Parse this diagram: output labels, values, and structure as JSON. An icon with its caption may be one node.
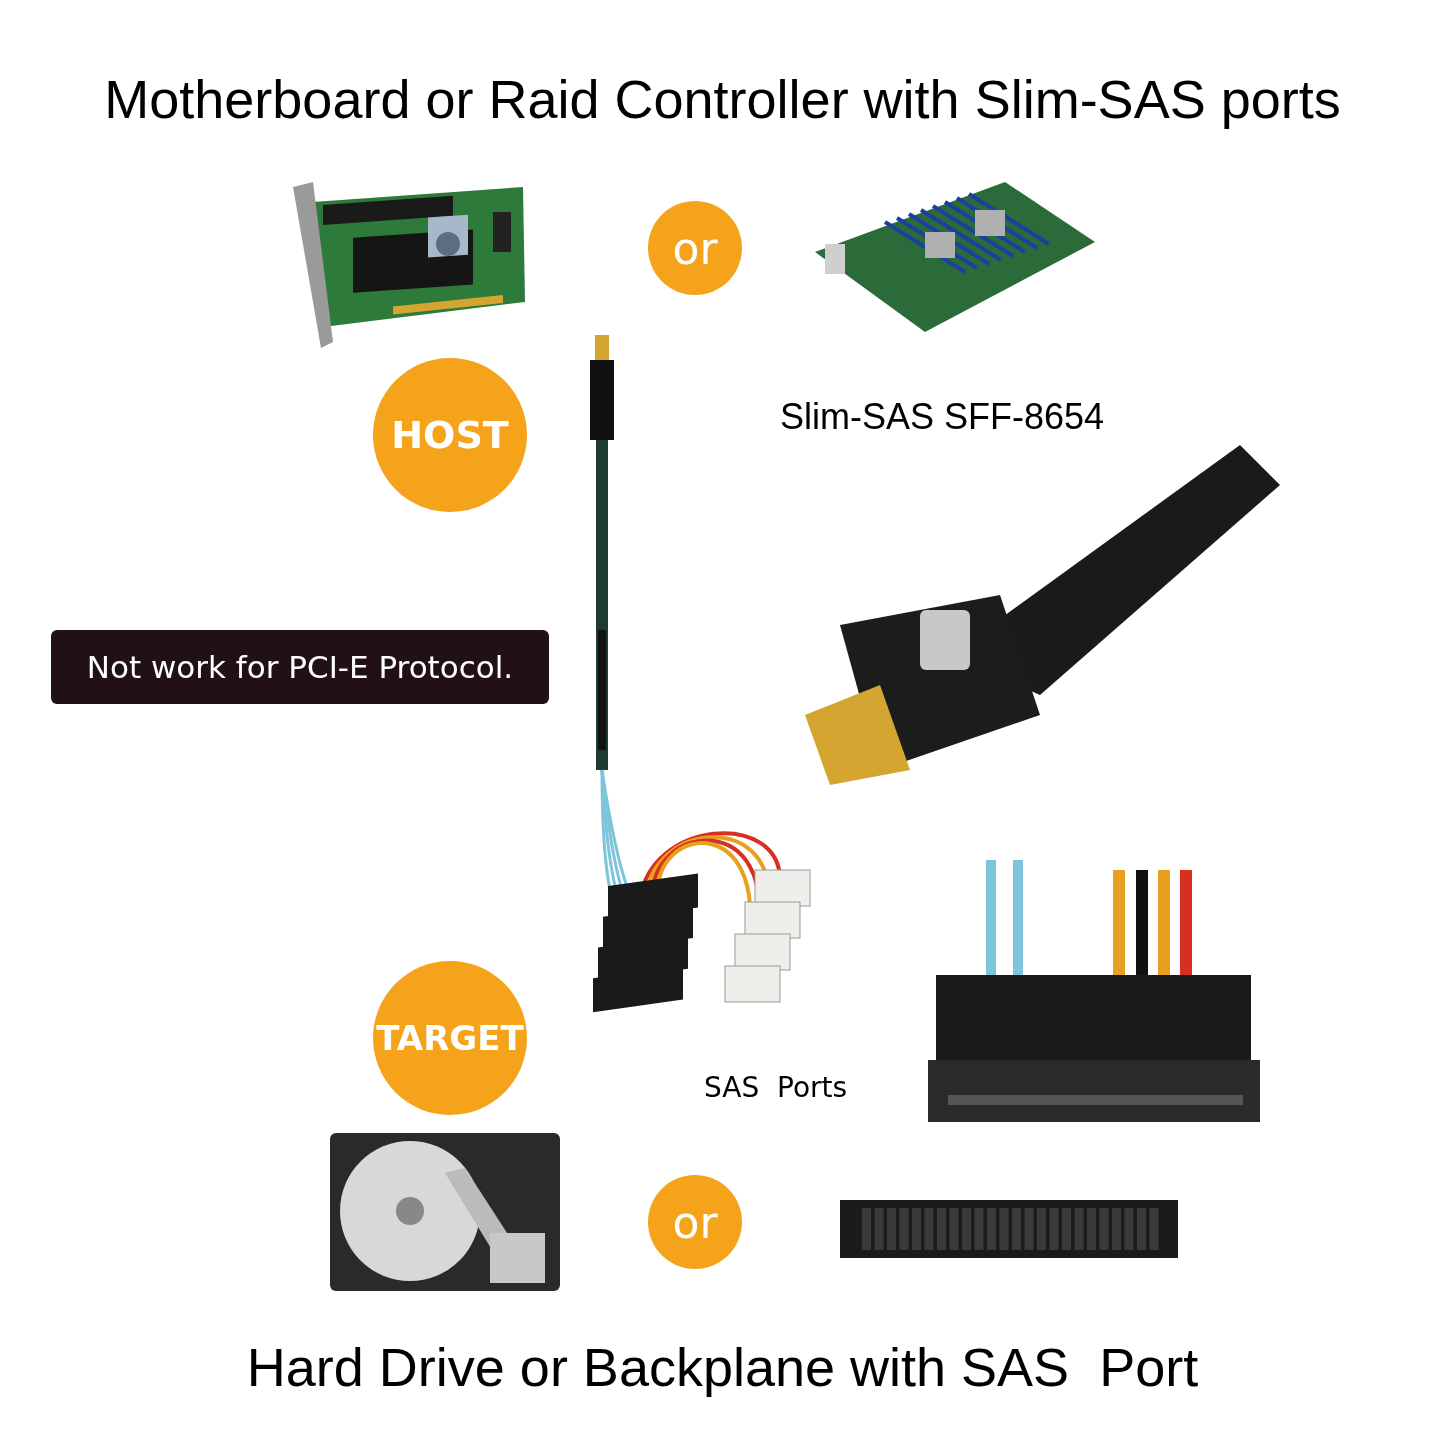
{
  "diagram": {
    "title": "Motherboard or Raid Controller with Slim-SAS ports",
    "caption": "Hard Drive or Backplane with SAS  Port",
    "nodes": [
      {
        "text": [
          "or"
        ]
      },
      {
        "text": [
          "HOST"
        ]
      },
      {
        "text": [
          "Not work for PCI-E Protocol."
        ]
      },
      {
        "text": [
          "TARGET"
        ]
      },
      {
        "text": [
          "or"
        ]
      }
    ],
    "labels": [
      "Slim-SAS SFF-8654",
      "SAS  Ports"
    ]
  }
}
